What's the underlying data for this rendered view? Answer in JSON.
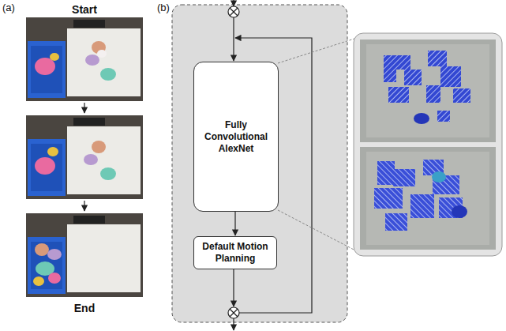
{
  "diagram": {
    "nodes": [
      {
        "text": [
          "Fully Convolutional AlexNet"
        ]
      },
      {
        "text": [
          "Default Motion Planning"
        ]
      }
    ],
    "edges": [
      {
        "from": 0,
        "to": 1,
        "arrow": "to"
      }
    ],
    "labels": [
      "(a)",
      "Start",
      "End",
      "(b)"
    ]
  }
}
